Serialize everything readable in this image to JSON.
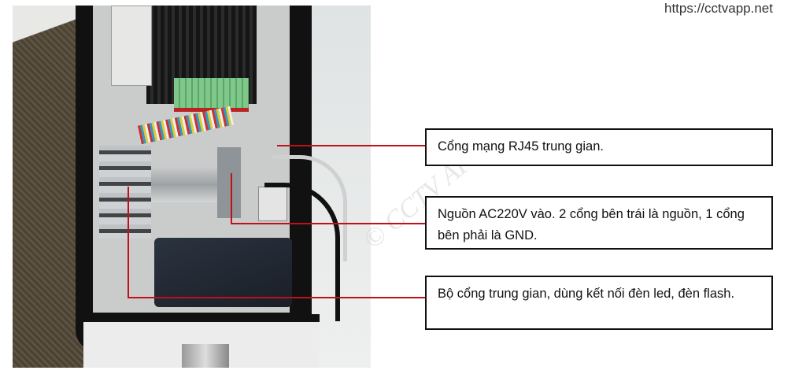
{
  "site_url": "https://cctvapp.net",
  "watermark": "© CCTV APP",
  "annotations": [
    {
      "text": "Cổng mạng RJ45 trung gian."
    },
    {
      "text": "Nguồn AC220V vào. 2 cổng bên trái là nguồn, 1 cổng bên phải là GND."
    },
    {
      "text": "Bộ cổng trung gian, dùng kết nối đèn led, đèn flash."
    }
  ],
  "colors": {
    "leader_line": "#c0101a",
    "box_border": "#111111"
  }
}
